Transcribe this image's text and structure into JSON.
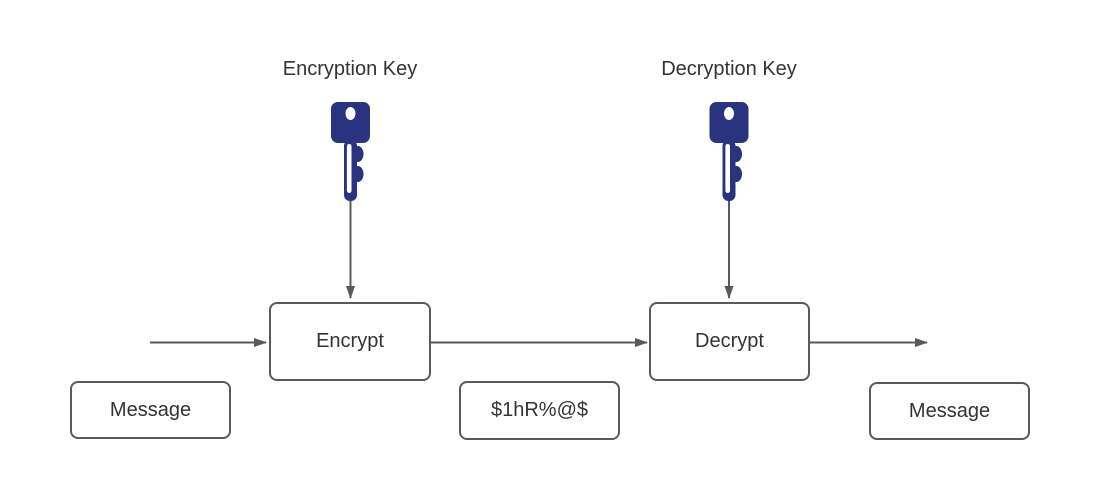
{
  "diagram": {
    "encryption_key_label": "Encryption Key",
    "decryption_key_label": "Decryption Key",
    "encrypt_box_label": "Encrypt",
    "decrypt_box_label": "Decrypt",
    "message_in_label": "Message",
    "ciphertext_label": "$1hR%@$",
    "message_out_label": "Message",
    "icons": {
      "encryption_key": "key-icon",
      "decryption_key": "key-icon"
    },
    "colors": {
      "key_fill": "#2a3380",
      "stroke": "#595959",
      "text": "#333333",
      "background": "#ffffff"
    }
  }
}
